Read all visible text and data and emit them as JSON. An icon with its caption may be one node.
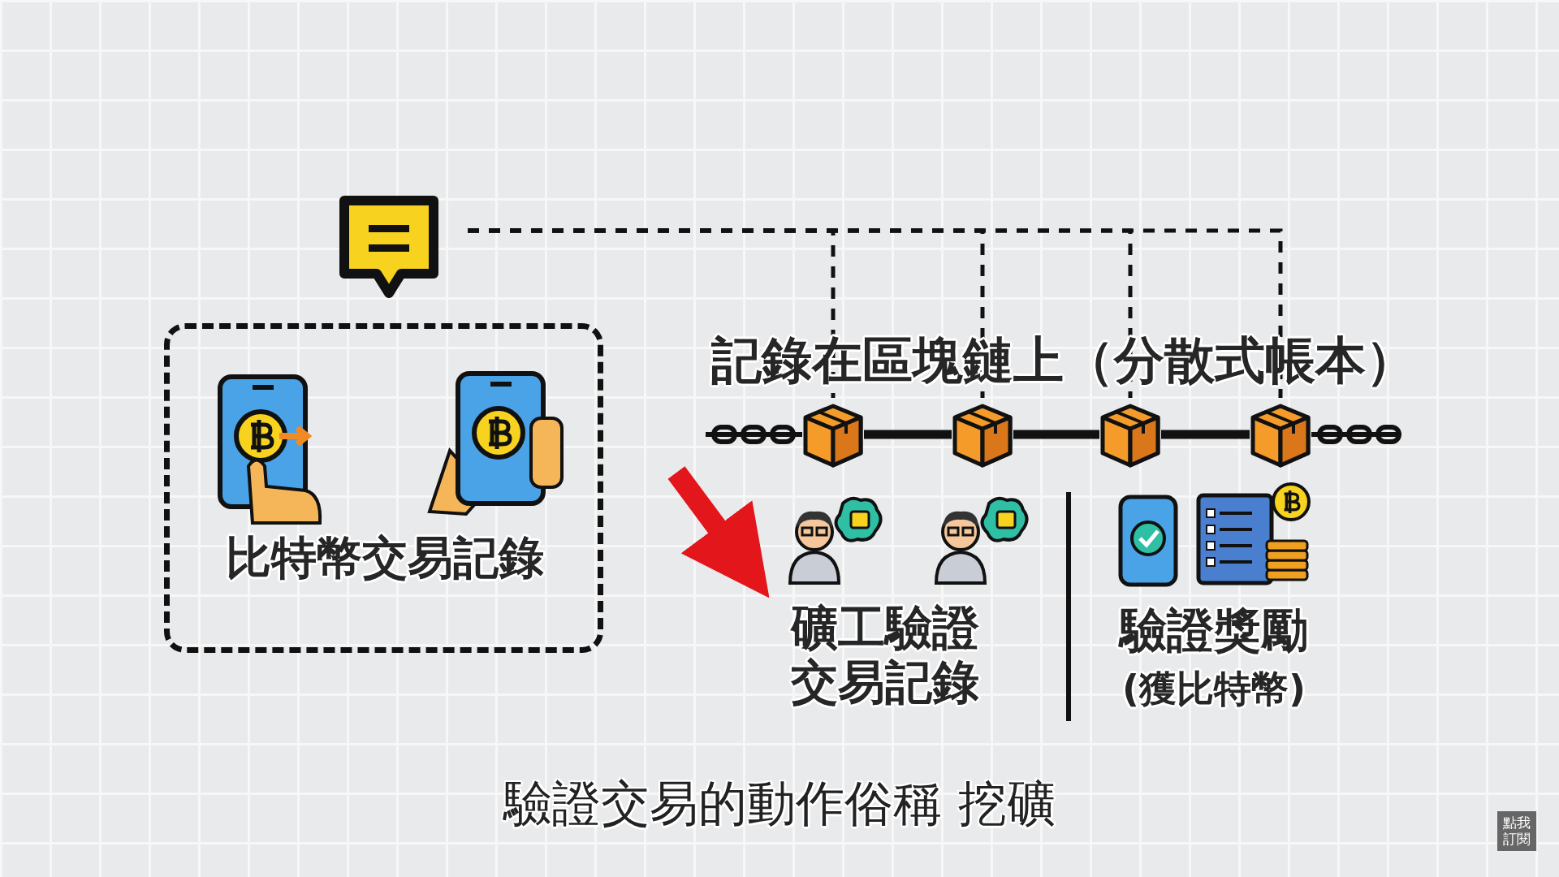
{
  "diagram": {
    "caption": "驗證交易的動作俗稱 挖礦",
    "nodes": [
      {
        "text": [],
        "shape": "picture"
      },
      {
        "text": [
          "比特幣交易記錄"
        ]
      },
      {
        "text": [],
        "shape": "box"
      },
      {
        "text": [],
        "shape": "box"
      },
      {
        "text": [],
        "shape": "box"
      },
      {
        "text": [],
        "shape": "box"
      },
      {
        "text": [
          "礦工驗證交易記錄"
        ]
      }
    ],
    "edges": [
      {
        "from": 0,
        "to": 2,
        "arrow": "none",
        "style": "dashed"
      },
      {
        "from": 0,
        "to": 3,
        "arrow": "none",
        "style": "dashed"
      },
      {
        "from": 0,
        "to": 4,
        "arrow": "none",
        "style": "dashed"
      },
      {
        "from": 0,
        "to": 5,
        "arrow": "none",
        "style": "dashed"
      },
      {
        "from": 2,
        "to": 3,
        "arrow": "none",
        "style": "thick"
      },
      {
        "from": 3,
        "to": 4,
        "arrow": "none",
        "style": "thick"
      },
      {
        "from": 4,
        "to": 5,
        "arrow": "none",
        "style": "thick"
      },
      {
        "from": null,
        "to": 6,
        "arrow": "to",
        "style": "thick",
        "color": "#e3161b"
      }
    ],
    "labels": [
      "記錄在區塊鏈上（分散式帳本）",
      "驗證獎勵",
      "(獲比特幣)",
      "點我訂閱"
    ]
  }
}
